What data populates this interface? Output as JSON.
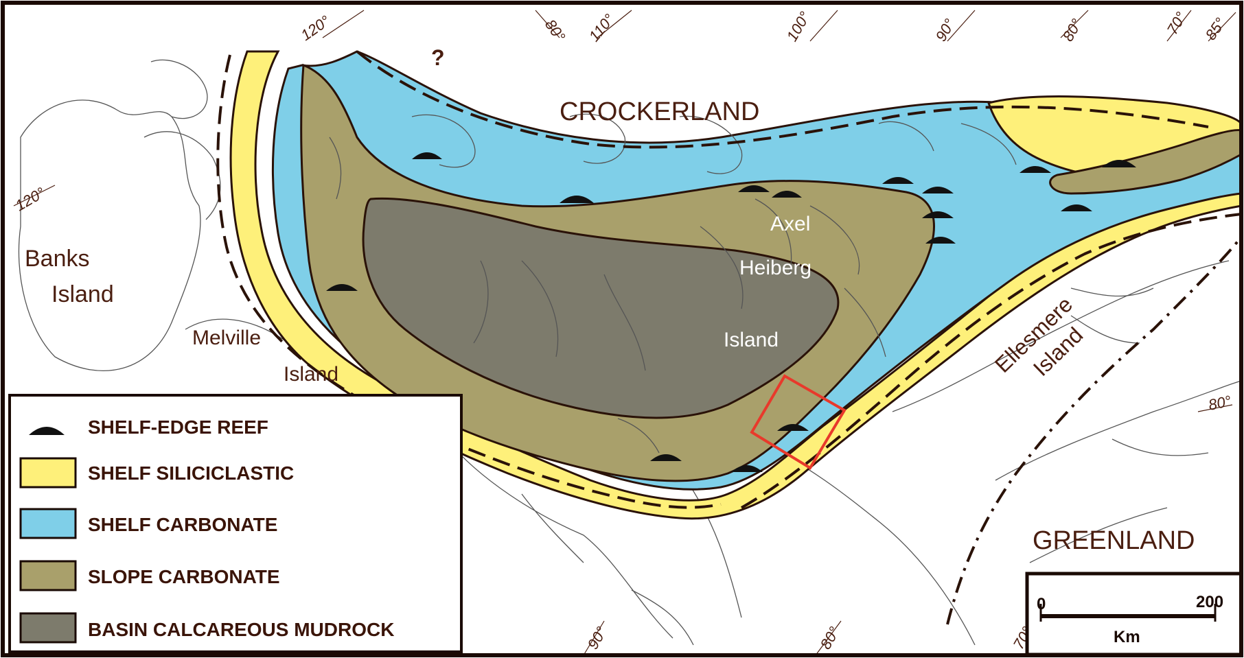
{
  "map": {
    "places": {
      "crockerland": "CROCKERLAND",
      "banks_1": "Banks",
      "banks_2": "Island",
      "melville_1": "Melville",
      "melville_2": "Island",
      "axel_1": "Axel",
      "axel_2": "Heiberg",
      "axel_3": "Island",
      "ellesmere_1": "Ellesmere",
      "ellesmere_2": "Island",
      "greenland": "GREENLAND",
      "question": "?"
    },
    "meridians": {
      "m120_top": "120°",
      "m80_top": "80°",
      "m110_top": "110°",
      "m100_top": "100°",
      "m90_top": "90°",
      "m80_top_right": "80°",
      "m70_top": "70°",
      "m85_top": "85°",
      "m120_left": "120°",
      "m80_right": "80°",
      "m90_bottom": "90°",
      "m80_bottom": "80°",
      "m70_bottom": "70°"
    },
    "colors": {
      "shelf_siliciclastic": "#fef07a",
      "shelf_carbonate": "#7fcfe8",
      "slope_carbonate": "#a9a06b",
      "basin_calcareous_mudrock": "#7d7b6c",
      "outline": "#2a1208",
      "study_area": "#e8392b"
    }
  },
  "legend": {
    "items": [
      {
        "label": "SHELF-EDGE REEF",
        "icon": "reef-icon"
      },
      {
        "label": "SHELF SILICICLASTIC",
        "color": "#fef07a"
      },
      {
        "label": "SHELF CARBONATE",
        "color": "#7fcfe8"
      },
      {
        "label": "SLOPE CARBONATE",
        "color": "#a9a06b"
      },
      {
        "label": "BASIN CALCAREOUS MUDROCK",
        "color": "#7d7b6c"
      }
    ]
  },
  "scale_bar": {
    "start": "0",
    "end": "200",
    "unit": "Km"
  }
}
